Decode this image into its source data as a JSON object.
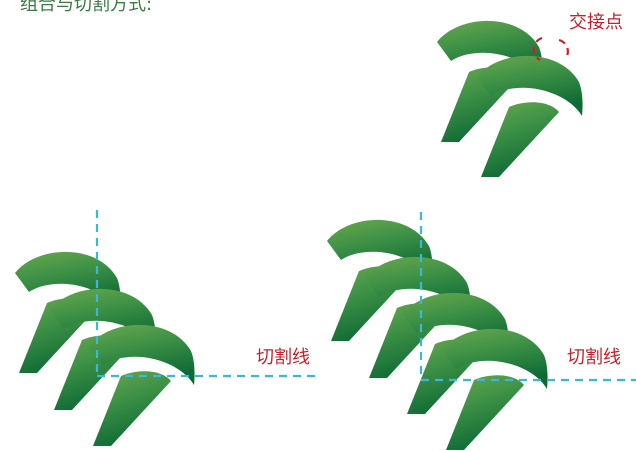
{
  "heading": "组合与切割方式:",
  "labels": {
    "intersection": "交接点",
    "cut_line_left": "切割线",
    "cut_line_right": "切割线"
  },
  "colors": {
    "heading_text": "#3a7a44",
    "label_red": "#c8202a",
    "marker_red": "#c8202a",
    "cut_line_blue": "#3bb8d8",
    "leaf_top": "#6aa84f",
    "leaf_mid": "#3d9146",
    "leaf_bottom": "#0e6a35"
  },
  "groups": {
    "top_right": {
      "leaf_count": 2
    },
    "bottom_left": {
      "leaf_count": 3
    },
    "bottom_right": {
      "leaf_count": 4
    }
  }
}
